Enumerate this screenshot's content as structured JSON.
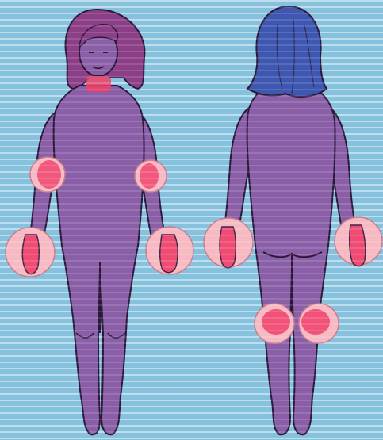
{
  "colors": {
    "background": "#86c2dd",
    "body": "#8a5fa8",
    "front_hair": "#8c3f86",
    "back_hair": "#3e57b1",
    "outline": "#2a1838",
    "highlight_fill": "#f7b9c2",
    "joint_red": "#f0406a"
  },
  "illustration": {
    "figures": [
      {
        "view": "front",
        "highlighted_regions": [
          "neck",
          "left-elbow",
          "right-elbow",
          "left-hand",
          "right-hand"
        ]
      },
      {
        "view": "back",
        "highlighted_regions": [
          "left-hand",
          "right-hand",
          "left-knee",
          "right-knee"
        ]
      }
    ]
  }
}
